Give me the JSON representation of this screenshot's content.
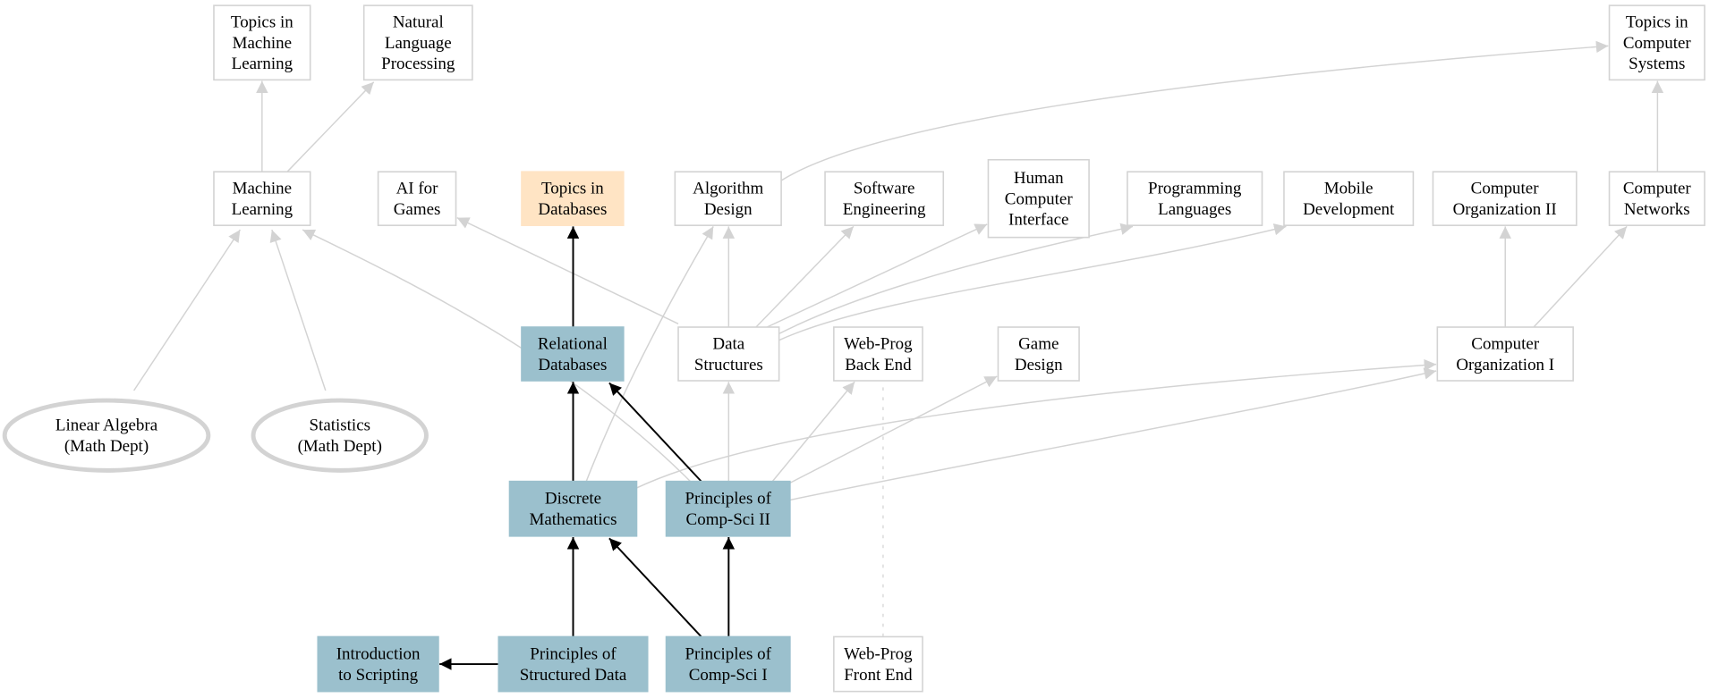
{
  "colors": {
    "edge_gray": "#d3d3d3",
    "edge_black": "#000000",
    "node_border": "#d3d3d3",
    "highlight_fill": "#9bc0cd",
    "target_fill": "#ffe4c4",
    "plain_fill": "#ffffff"
  },
  "nodes": [
    {
      "id": "topics_ml",
      "label": [
        "Topics in",
        "Machine",
        "Learning"
      ],
      "shape": "box",
      "fill": "plain"
    },
    {
      "id": "nlp",
      "label": [
        "Natural",
        "Language",
        "Processing"
      ],
      "shape": "box",
      "fill": "plain"
    },
    {
      "id": "topics_cs",
      "label": [
        "Topics in",
        "Computer",
        "Systems"
      ],
      "shape": "box",
      "fill": "plain"
    },
    {
      "id": "ml",
      "label": [
        "Machine",
        "Learning"
      ],
      "shape": "box",
      "fill": "plain"
    },
    {
      "id": "ai_games",
      "label": [
        "AI for",
        "Games"
      ],
      "shape": "box",
      "fill": "plain"
    },
    {
      "id": "topics_db",
      "label": [
        "Topics in",
        "Databases"
      ],
      "shape": "box",
      "fill": "target"
    },
    {
      "id": "alg",
      "label": [
        "Algorithm",
        "Design"
      ],
      "shape": "box",
      "fill": "plain"
    },
    {
      "id": "se",
      "label": [
        "Software",
        "Engineering"
      ],
      "shape": "box",
      "fill": "plain"
    },
    {
      "id": "hci",
      "label": [
        "Human",
        "Computer",
        "Interface"
      ],
      "shape": "box",
      "fill": "plain"
    },
    {
      "id": "pl",
      "label": [
        "Programming",
        "Languages"
      ],
      "shape": "box",
      "fill": "plain"
    },
    {
      "id": "mobile",
      "label": [
        "Mobile",
        "Development"
      ],
      "shape": "box",
      "fill": "plain"
    },
    {
      "id": "co2",
      "label": [
        "Computer",
        "Organization II"
      ],
      "shape": "box",
      "fill": "plain"
    },
    {
      "id": "net",
      "label": [
        "Computer",
        "Networks"
      ],
      "shape": "box",
      "fill": "plain"
    },
    {
      "id": "reldb",
      "label": [
        "Relational",
        "Databases"
      ],
      "shape": "box",
      "fill": "highlight"
    },
    {
      "id": "ds",
      "label": [
        "Data",
        "Structures"
      ],
      "shape": "box",
      "fill": "plain"
    },
    {
      "id": "web_back",
      "label": [
        "Web-Prog",
        "Back End"
      ],
      "shape": "box",
      "fill": "plain"
    },
    {
      "id": "game",
      "label": [
        "Game",
        "Design"
      ],
      "shape": "box",
      "fill": "plain"
    },
    {
      "id": "co1",
      "label": [
        "Computer",
        "Organization I"
      ],
      "shape": "box",
      "fill": "plain"
    },
    {
      "id": "linalg",
      "label": [
        "Linear Algebra",
        "(Math Dept)"
      ],
      "shape": "ellipse",
      "fill": "plain"
    },
    {
      "id": "stats",
      "label": [
        "Statistics",
        "(Math Dept)"
      ],
      "shape": "ellipse",
      "fill": "plain"
    },
    {
      "id": "discrete",
      "label": [
        "Discrete",
        "Mathematics"
      ],
      "shape": "box",
      "fill": "highlight"
    },
    {
      "id": "cs2",
      "label": [
        "Principles of",
        "Comp-Sci II"
      ],
      "shape": "box",
      "fill": "highlight"
    },
    {
      "id": "intro",
      "label": [
        "Introduction",
        "to Scripting"
      ],
      "shape": "box",
      "fill": "highlight"
    },
    {
      "id": "psd",
      "label": [
        "Principles of",
        "Structured Data"
      ],
      "shape": "box",
      "fill": "highlight"
    },
    {
      "id": "cs1",
      "label": [
        "Principles of",
        "Comp-Sci I"
      ],
      "shape": "box",
      "fill": "highlight"
    },
    {
      "id": "web_front",
      "label": [
        "Web-Prog",
        "Front End"
      ],
      "shape": "box",
      "fill": "plain"
    }
  ],
  "edges": [
    {
      "from": "ml",
      "to": "topics_ml",
      "style": "gray"
    },
    {
      "from": "ml",
      "to": "nlp",
      "style": "gray"
    },
    {
      "from": "linalg",
      "to": "ml",
      "style": "gray"
    },
    {
      "from": "stats",
      "to": "ml",
      "style": "gray"
    },
    {
      "from": "cs2",
      "to": "ml",
      "style": "gray"
    },
    {
      "from": "ds",
      "to": "ai_games",
      "style": "gray"
    },
    {
      "from": "reldb",
      "to": "topics_db",
      "style": "black"
    },
    {
      "from": "discrete",
      "to": "alg",
      "style": "gray"
    },
    {
      "from": "ds",
      "to": "alg",
      "style": "gray"
    },
    {
      "from": "ds",
      "to": "se",
      "style": "gray"
    },
    {
      "from": "ds",
      "to": "hci",
      "style": "gray"
    },
    {
      "from": "ds",
      "to": "pl",
      "style": "gray"
    },
    {
      "from": "ds",
      "to": "mobile",
      "style": "gray"
    },
    {
      "from": "alg",
      "to": "topics_cs",
      "style": "gray"
    },
    {
      "from": "net",
      "to": "topics_cs",
      "style": "gray"
    },
    {
      "from": "co1",
      "to": "co2",
      "style": "gray"
    },
    {
      "from": "co1",
      "to": "net",
      "style": "gray"
    },
    {
      "from": "discrete",
      "to": "co1",
      "style": "gray"
    },
    {
      "from": "cs2",
      "to": "co1",
      "style": "gray"
    },
    {
      "from": "cs2",
      "to": "ds",
      "style": "gray"
    },
    {
      "from": "cs2",
      "to": "web_back",
      "style": "gray"
    },
    {
      "from": "cs2",
      "to": "game",
      "style": "gray"
    },
    {
      "from": "cs2",
      "to": "reldb",
      "style": "black"
    },
    {
      "from": "discrete",
      "to": "reldb",
      "style": "black"
    },
    {
      "from": "psd",
      "to": "discrete",
      "style": "black"
    },
    {
      "from": "cs1",
      "to": "discrete",
      "style": "black"
    },
    {
      "from": "cs1",
      "to": "cs2",
      "style": "black"
    },
    {
      "from": "psd",
      "to": "intro",
      "style": "black"
    },
    {
      "from": "web_front",
      "to": "web_back",
      "style": "dotted"
    }
  ]
}
